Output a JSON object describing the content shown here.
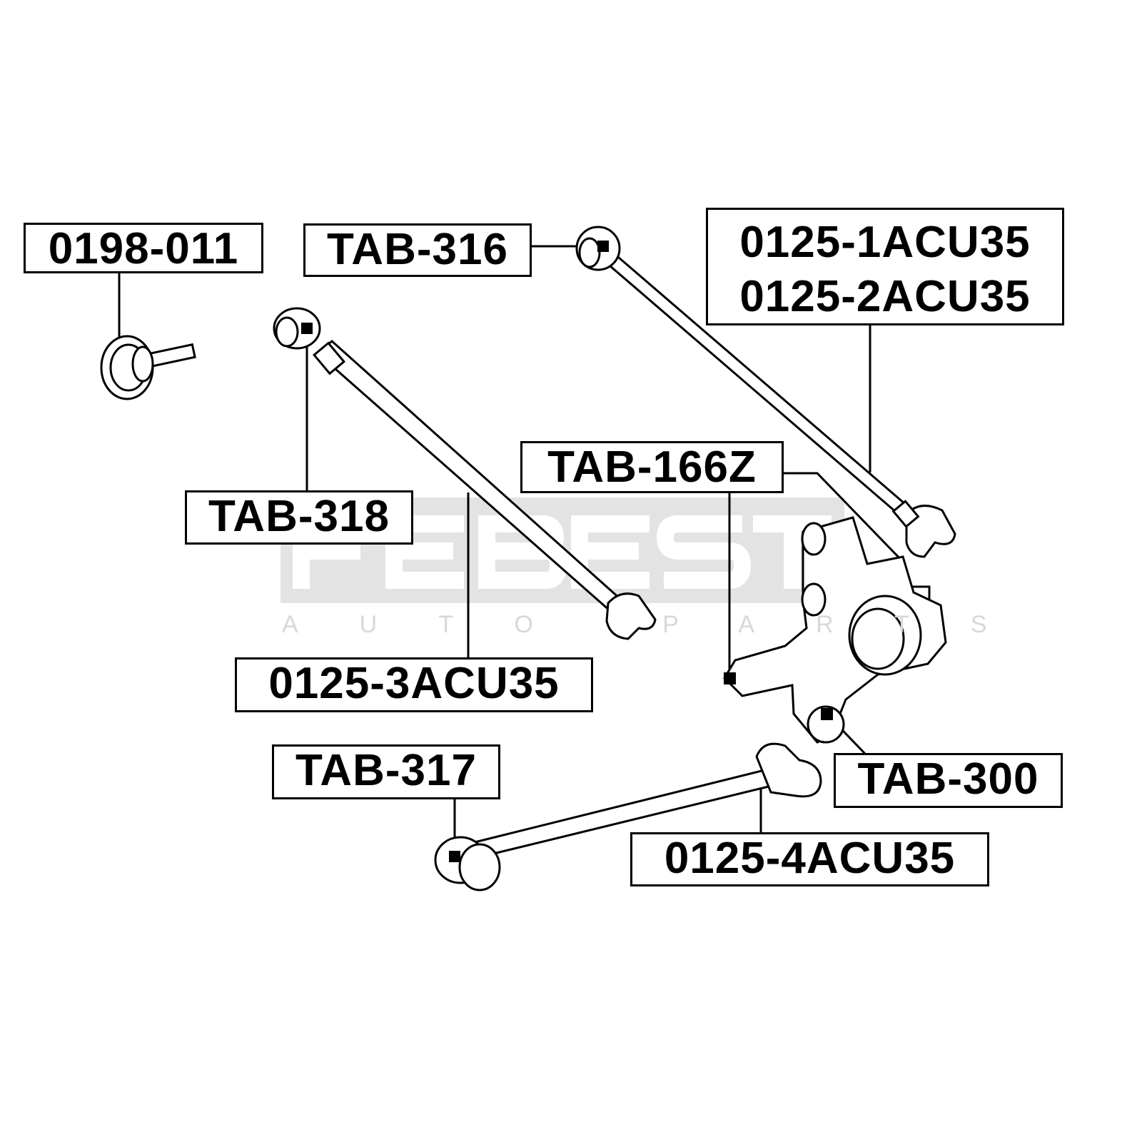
{
  "watermark": {
    "brand": "FEBEST",
    "tagline": "AUTO PARTS"
  },
  "labels": {
    "bolt": "0198-011",
    "tab316": "TAB-316",
    "arm12_line1": "0125-1ACU35",
    "arm12_line2": "0125-2ACU35",
    "tab318": "TAB-318",
    "tab166z": "TAB-166Z",
    "arm3": "0125-3ACU35",
    "tab317": "TAB-317",
    "tab300": "TAB-300",
    "arm4": "0125-4ACU35"
  }
}
